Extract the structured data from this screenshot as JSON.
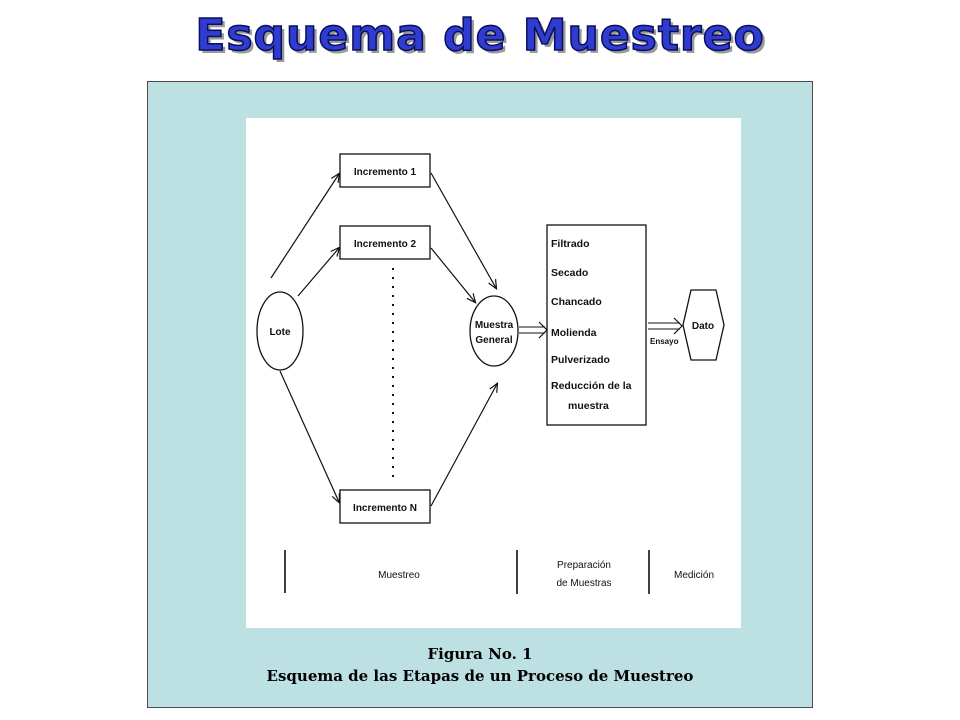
{
  "title": "Esquema de Muestreo",
  "diagram": {
    "lote": "Lote",
    "increments": [
      "Incremento 1",
      "Incremento 2",
      "Incremento N"
    ],
    "muestra_general": [
      "Muestra",
      "General"
    ],
    "steps": [
      "Filtrado",
      "Secado",
      "Chancado",
      "Molienda",
      "Pulverizado",
      "Reducción de la",
      "muestra"
    ],
    "ensayo": "Ensayo",
    "dato": "Dato",
    "stages": {
      "muestreo": "Muestreo",
      "preparacion_1": "Preparación",
      "preparacion_2": "de Muestras",
      "medicion": "Medición"
    }
  },
  "caption": {
    "line1": "Figura No. 1",
    "line2": "Esquema de las Etapas de un Proceso de Muestreo"
  },
  "colors": {
    "title_fill": "#2f3ccf",
    "panel_bg": "#bde0e3"
  }
}
